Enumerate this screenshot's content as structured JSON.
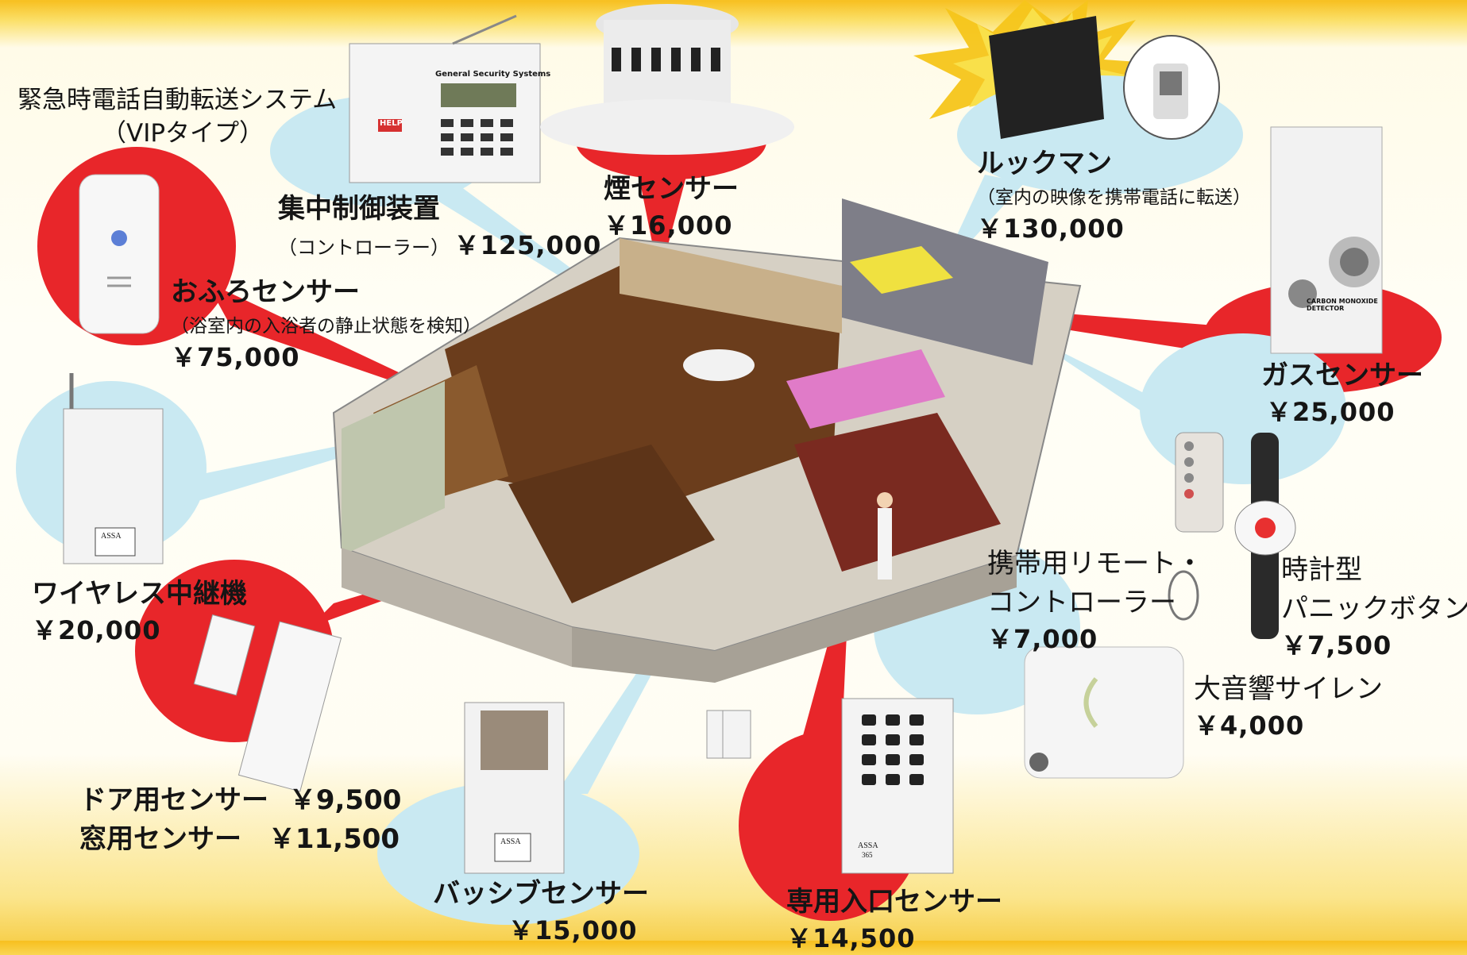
{
  "system": {
    "title": "緊急時電話自動転送システム",
    "subtitle": "（VIPタイプ）"
  },
  "products": {
    "controller": {
      "name": "集中制御装置",
      "note": "（コントローラー）",
      "price": "￥125,000"
    },
    "smoke": {
      "name": "煙センサー",
      "price": "￥16,000"
    },
    "lookman": {
      "name": "ルックマン",
      "note": "（室内の映像を携帯電話に転送）",
      "price": "￥130,000"
    },
    "bath": {
      "name": "おふろセンサー",
      "note": "（浴室内の入浴者の静止状態を検知）",
      "price": "￥75,000"
    },
    "gas": {
      "name": "ガスセンサー",
      "price": "￥25,000"
    },
    "repeater": {
      "name": "ワイヤレス中継機",
      "price": "￥20,000"
    },
    "remote": {
      "name_line1": "携帯用リモート・",
      "name_line2": "コントローラー",
      "price": "￥7,000"
    },
    "watch": {
      "name_line1": "時計型",
      "name_line2": "パニックボタン",
      "price": "￥7,500"
    },
    "siren": {
      "name": "大音響サイレン",
      "price": "￥4,000"
    },
    "door": {
      "name": "ドア用センサー",
      "price": "￥9,500"
    },
    "window": {
      "name": "窓用センサー",
      "price": "￥11,500"
    },
    "passive": {
      "name": "バッシブセンサー",
      "price": "￥15,000"
    },
    "entry": {
      "name": "専用入口センサー",
      "price": "￥14,500"
    }
  },
  "device_text": {
    "controller_brand": "General Security Systems",
    "controller_help": "HELP",
    "assa": "ASSA",
    "assa_num": "365",
    "gas_detector": "CARBON MONOXIDE DETECTOR"
  },
  "colors": {
    "accent_red": "#e8262a",
    "bubble_blue": "#c9e9f2",
    "burst_yellow": "#f7bf1e"
  }
}
